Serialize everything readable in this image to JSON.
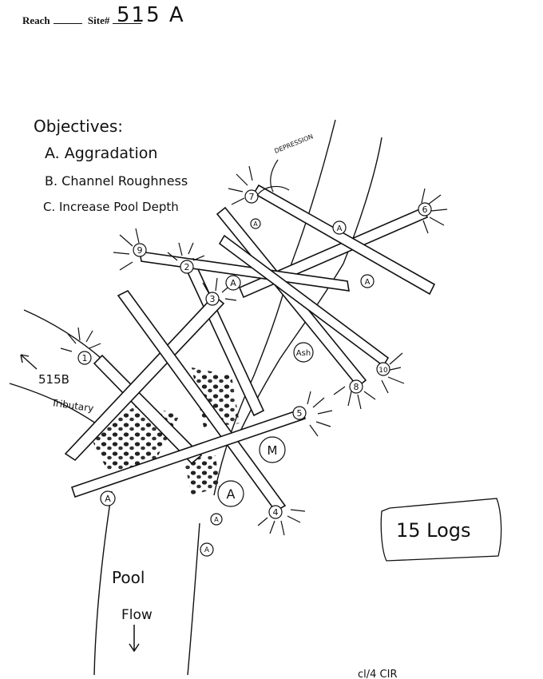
{
  "header": {
    "reach_label": "Reach",
    "reach_value": "",
    "site_label": "Site#",
    "site_value": "515 A"
  },
  "objectives": {
    "heading": "Objectives:",
    "items": [
      "A. Aggradation",
      "B. Channel Roughness",
      "C. Increase Pool Depth"
    ]
  },
  "annotations": {
    "depression": "DEPRESSION",
    "tributary_name": "515B",
    "tributary": "Tributary",
    "pool": "Pool",
    "flow": "Flow",
    "ash": "Ash",
    "log_count": "15 Logs",
    "bottom_note": "cl/4 CIR"
  },
  "logs": [
    "1",
    "2",
    "3",
    "4",
    "5",
    "6",
    "7",
    "8",
    "9",
    "10"
  ],
  "markers": [
    "A",
    "A",
    "A",
    "A",
    "A",
    "A",
    "A",
    "A",
    "M"
  ],
  "colors": {
    "ink": "#111111",
    "paper": "#ffffff"
  }
}
